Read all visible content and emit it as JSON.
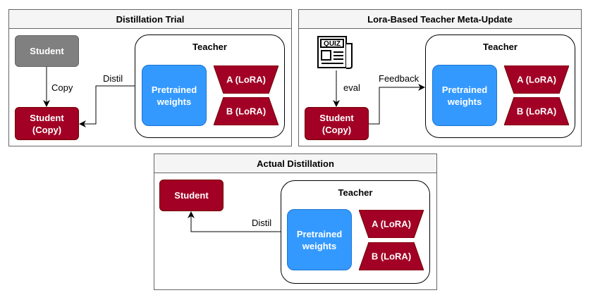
{
  "panels": {
    "distillation_trial": {
      "title": "Distillation Trial",
      "student": "Student",
      "student_copy": "Student\n(Copy)",
      "copy_label": "Copy",
      "distil_label": "Distil",
      "teacher": {
        "title": "Teacher",
        "pretrained": "Pretrained\nweights",
        "lora_a": "A (LoRA)",
        "lora_b": "B (LoRA)"
      }
    },
    "meta_update": {
      "title": "Lora-Based Teacher Meta-Update",
      "quiz_icon_text": "QUIZ",
      "eval_label": "eval",
      "feedback_label": "Feedback",
      "student_copy": "Student\n(Copy)",
      "teacher": {
        "title": "Teacher",
        "pretrained": "Pretrained\nweights",
        "lora_a": "A (LoRA)",
        "lora_b": "B (LoRA)"
      }
    },
    "actual_distillation": {
      "title": "Actual Distillation",
      "student": "Student",
      "distil_label": "Distil",
      "teacher": {
        "title": "Teacher",
        "pretrained": "Pretrained\nweights",
        "lora_a": "A (LoRA)",
        "lora_b": "B (LoRA)"
      }
    }
  },
  "colors": {
    "student_red": "#a20025",
    "student_gray": "#808080",
    "pretrained_blue": "#3399ff",
    "header_bg": "#f5f5f5"
  },
  "icons": [
    "quiz-newspaper-icon"
  ]
}
